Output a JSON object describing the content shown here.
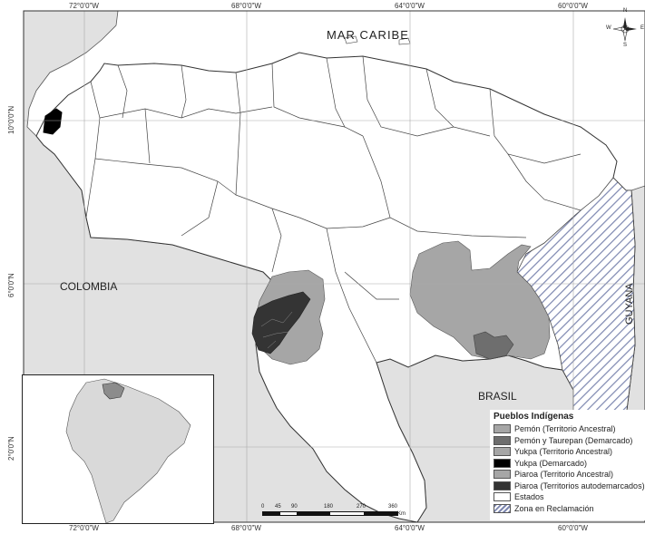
{
  "map": {
    "sea_label": "MAR CARIBE",
    "country_labels": {
      "colombia": "COLOMBIA",
      "brasil": "BRASIL",
      "guyana": "GUYANA"
    },
    "coords": {
      "top": [
        "72°0'0\"W",
        "68°0'0\"W",
        "64°0'0\"W",
        "60°0'0\"W"
      ],
      "bottom": [
        "72°0'0\"W",
        "68°0'0\"W",
        "64°0'0\"W",
        "60°0'0\"W"
      ],
      "left": [
        "10°0'0\"N",
        "6°0'0\"N",
        "2°0'0\"N"
      ]
    },
    "compass": {
      "n": "N",
      "s": "S",
      "e": "E",
      "w": "W"
    },
    "scale": {
      "ticks": [
        "0",
        "45",
        "90",
        "180",
        "270",
        "360"
      ],
      "unit": "Km"
    }
  },
  "legend": {
    "title": "Pueblos Indígenas",
    "items": [
      {
        "label": "Pemón (Territorio Ancestral)",
        "color": "#a6a6a6"
      },
      {
        "label": "Pemón y Taurepan (Demarcado)",
        "color": "#6e6e6e"
      },
      {
        "label": "Yukpa (Territorio Ancestral)",
        "color": "#a6a6a6"
      },
      {
        "label": "Yukpa (Demarcado)",
        "color": "#000000"
      },
      {
        "label": "Piaroa (Territorio Ancestral)",
        "color": "#a6a6a6"
      },
      {
        "label": "Piaroa (Territorios autodemarcados)",
        "color": "#343434"
      },
      {
        "label": "Estados",
        "color": "#ffffff"
      },
      {
        "label": "Zona en Reclamación",
        "color": "hatch"
      }
    ]
  },
  "colors": {
    "neighbor_land": "#e1e1e1",
    "venezuela": "#ffffff",
    "grid": "#aaaaaa",
    "reclamation_hatch": "#7d87b0"
  }
}
